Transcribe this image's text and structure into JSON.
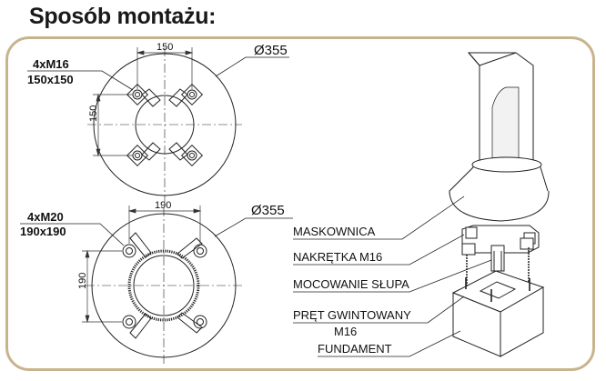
{
  "title": "Sposób montażu:",
  "top_flange": {
    "bolts_label": "4xM16",
    "spacing_label": "150x150",
    "diameter_label": "Ø355",
    "dim_horizontal": "150",
    "dim_vertical": "150"
  },
  "bottom_flange": {
    "bolts_label": "4xM20",
    "spacing_label": "190x190",
    "diameter_label": "Ø355",
    "dim_horizontal": "190",
    "dim_vertical": "190"
  },
  "callouts": {
    "maskownica": "MASKOWNICA",
    "nakretka": "NAKRĘTKA M16",
    "mocowanie": "MOCOWANIE SŁUPA",
    "pret_line1": "PRĘT GWINTOWANY",
    "pret_line2": "M16",
    "fundament": "FUNDAMENT"
  },
  "colors": {
    "frame": "#c8b48c",
    "line": "#222222",
    "dim": "#333333"
  }
}
